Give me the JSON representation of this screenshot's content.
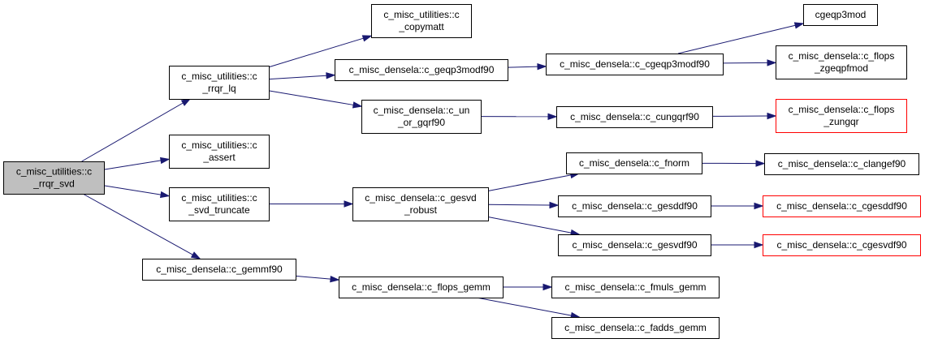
{
  "colors": {
    "edge": "#191970",
    "root_fill": "#bfbfbf",
    "node_fill": "#ffffff",
    "node_border": "#000000",
    "truncated_border": "#ff0000"
  },
  "nodes": {
    "n0": {
      "lines": [
        "c_misc_utilities::c",
        "_rrqr_svd"
      ],
      "root": true
    },
    "n1": {
      "lines": [
        "c_misc_utilities::c",
        "_rrqr_lq"
      ]
    },
    "n2": {
      "lines": [
        "c_misc_utilities::c",
        "_assert"
      ]
    },
    "n3": {
      "lines": [
        "c_misc_utilities::c",
        "_svd_truncate"
      ]
    },
    "n4": {
      "lines": [
        "c_misc_densela::c_gemmf90"
      ]
    },
    "n5": {
      "lines": [
        "c_misc_utilities::c",
        "_copymatt"
      ]
    },
    "n6": {
      "lines": [
        "c_misc_densela::c_geqp3modf90"
      ]
    },
    "n7": {
      "lines": [
        "c_misc_densela::c_un",
        "_or_gqrf90"
      ]
    },
    "n8": {
      "lines": [
        "c_misc_densela::c_gesvd",
        "_robust"
      ]
    },
    "n9": {
      "lines": [
        "c_misc_densela::c_flops_gemm"
      ]
    },
    "n10": {
      "lines": [
        "c_misc_densela::c_cgeqp3modf90"
      ]
    },
    "n11": {
      "lines": [
        "c_misc_densela::c_cungqrf90"
      ]
    },
    "n12": {
      "lines": [
        "c_misc_densela::c_fnorm"
      ]
    },
    "n13": {
      "lines": [
        "c_misc_densela::c_gesddf90"
      ]
    },
    "n14": {
      "lines": [
        "c_misc_densela::c_gesvdf90"
      ]
    },
    "n15": {
      "lines": [
        "c_misc_densela::c_fmuls_gemm"
      ]
    },
    "n16": {
      "lines": [
        "c_misc_densela::c_fadds_gemm"
      ]
    },
    "n17": {
      "lines": [
        "cgeqp3mod"
      ]
    },
    "n18": {
      "lines": [
        "c_misc_densela::c_flops",
        "_zgeqpfmod"
      ]
    },
    "n19": {
      "lines": [
        "c_misc_densela::c_flops",
        "_zungqr"
      ],
      "truncated": true
    },
    "n20": {
      "lines": [
        "c_misc_densela::c_clangef90"
      ]
    },
    "n21": {
      "lines": [
        "c_misc_densela::c_cgesddf90"
      ],
      "truncated": true
    },
    "n22": {
      "lines": [
        "c_misc_densela::c_cgesvdf90"
      ],
      "truncated": true
    }
  },
  "edges": [
    [
      "n0",
      "n1"
    ],
    [
      "n0",
      "n2"
    ],
    [
      "n0",
      "n3"
    ],
    [
      "n0",
      "n4"
    ],
    [
      "n1",
      "n5"
    ],
    [
      "n1",
      "n6"
    ],
    [
      "n1",
      "n7"
    ],
    [
      "n6",
      "n10"
    ],
    [
      "n10",
      "n17"
    ],
    [
      "n10",
      "n18"
    ],
    [
      "n7",
      "n11"
    ],
    [
      "n11",
      "n19"
    ],
    [
      "n3",
      "n8"
    ],
    [
      "n8",
      "n12"
    ],
    [
      "n8",
      "n13"
    ],
    [
      "n8",
      "n14"
    ],
    [
      "n12",
      "n20"
    ],
    [
      "n13",
      "n21"
    ],
    [
      "n14",
      "n22"
    ],
    [
      "n4",
      "n9"
    ],
    [
      "n9",
      "n15"
    ],
    [
      "n9",
      "n16"
    ]
  ]
}
